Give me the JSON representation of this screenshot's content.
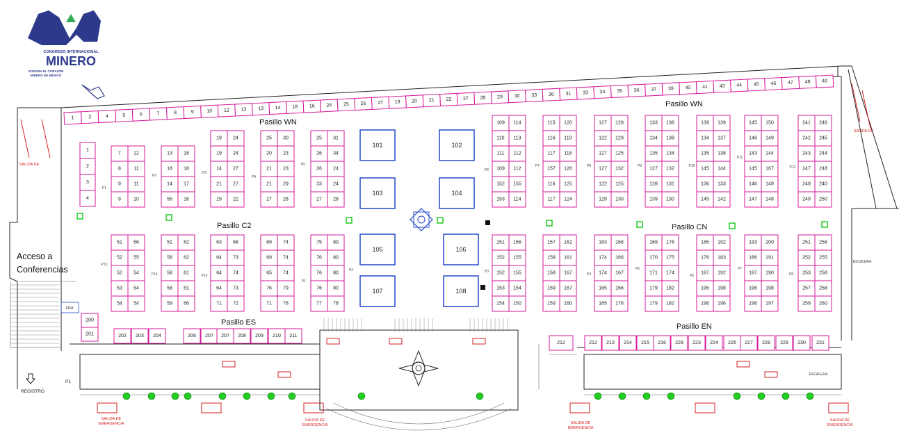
{
  "logo": {
    "line1": "CONGRESO INTERNACIONAL",
    "line2": "MINERO",
    "line3": "SONORA EL CORAZÓN",
    "line4": "MINERO DE MÉXICO"
  },
  "aisles": [
    "Pasillo WN",
    "Pasillo WN",
    "Pasillo C2",
    "Pasillo CN",
    "Pasillo ES",
    "Pasillo EN"
  ],
  "acceso": {
    "line1": "Acceso a",
    "line2": "Conferencias"
  },
  "registro": "REGISTRO",
  "escalera": "ESCALERA",
  "salida_label": "SALIDA DE",
  "salida_label2": "EMERGENCIA",
  "top_row": [
    "1",
    "2",
    "4",
    "5",
    "6",
    "7",
    "8",
    "9",
    "10",
    "12",
    "13",
    "13",
    "14",
    "18",
    "16",
    "24",
    "25",
    "26",
    "27",
    "19",
    "20",
    "21",
    "22",
    "27",
    "28",
    "29",
    "30",
    "33",
    "36",
    "31",
    "33",
    "34",
    "35",
    "36",
    "37",
    "39",
    "40",
    "41",
    "43",
    "44",
    "45",
    "46",
    "47",
    "48",
    "49"
  ],
  "big_booths": [
    "101",
    "102",
    "103",
    "104",
    "105",
    "106",
    "107",
    "108"
  ],
  "left_col": [
    "1",
    "2",
    "3",
    "4"
  ],
  "blocks_top": [
    [
      "7",
      "12",
      "8",
      "11",
      "9",
      "11",
      "9",
      "10"
    ],
    [
      "13",
      "18",
      "18",
      "18",
      "14",
      "17",
      "55",
      "16"
    ],
    [
      "19",
      "24",
      "19",
      "24",
      "14",
      "27",
      "21",
      "27",
      "15",
      "22"
    ],
    [
      "25",
      "30",
      "20",
      "23",
      "21",
      "23",
      "21",
      "29",
      "27",
      "28"
    ],
    [
      "25",
      "31",
      "26",
      "34",
      "26",
      "24",
      "23",
      "24",
      "27",
      "28"
    ],
    [
      "109",
      "114",
      "110",
      "113",
      "111",
      "112",
      "109",
      "112",
      "152",
      "155",
      "153",
      "114"
    ],
    [
      "115",
      "120",
      "116",
      "119",
      "117",
      "118",
      "157",
      "126",
      "116",
      "125",
      "117",
      "124"
    ],
    [
      "127",
      "128",
      "122",
      "129",
      "127",
      "125",
      "127",
      "132",
      "122",
      "125",
      "129",
      "130"
    ],
    [
      "133",
      "138",
      "134",
      "138",
      "135",
      "134",
      "127",
      "132",
      "128",
      "131",
      "139",
      "130"
    ],
    [
      "139",
      "139",
      "134",
      "137",
      "135",
      "138",
      "145",
      "144",
      "136",
      "133",
      "145",
      "142"
    ],
    [
      "145",
      "150",
      "146",
      "149",
      "143",
      "144",
      "145",
      "167",
      "146",
      "149",
      "147",
      "148"
    ],
    [
      "241",
      "246",
      "242",
      "245",
      "243",
      "244",
      "247",
      "248",
      "249",
      "240",
      "249",
      "250"
    ]
  ],
  "blocks_bottom": [
    [
      "51",
      "56",
      "52",
      "55",
      "52",
      "54",
      "53",
      "54",
      "54",
      "54"
    ],
    [
      "51",
      "62",
      "58",
      "62",
      "58",
      "61",
      "58",
      "61",
      "59",
      "66"
    ],
    [
      "63",
      "68",
      "64",
      "73",
      "64",
      "74",
      "64",
      "73",
      "71",
      "72"
    ],
    [
      "69",
      "74",
      "69",
      "74",
      "65",
      "74",
      "76",
      "79",
      "71",
      "78"
    ],
    [
      "75",
      "80",
      "76",
      "80",
      "76",
      "80",
      "76",
      "80",
      "77",
      "78"
    ],
    [
      "151",
      "156",
      "152",
      "155",
      "152",
      "155",
      "153",
      "154",
      "154",
      "150"
    ],
    [
      "157",
      "162",
      "158",
      "161",
      "158",
      "167",
      "159",
      "167",
      "159",
      "160"
    ],
    [
      "163",
      "168",
      "174",
      "166",
      "174",
      "167",
      "165",
      "166",
      "165",
      "176"
    ],
    [
      "169",
      "176",
      "170",
      "175",
      "171",
      "174",
      "179",
      "182",
      "179",
      "182"
    ],
    [
      "185",
      "192",
      "176",
      "183",
      "187",
      "192",
      "195",
      "198",
      "196",
      "196"
    ],
    [
      "193",
      "200",
      "186",
      "191",
      "187",
      "190",
      "196",
      "198",
      "196",
      "197"
    ],
    [
      "251",
      "256",
      "252",
      "255",
      "253",
      "258",
      "257",
      "258",
      "259",
      "260"
    ]
  ],
  "bottom_row_left": [
    "200",
    "201"
  ],
  "bottom_row_es": [
    "202",
    "203",
    "204",
    "206",
    "207",
    "207",
    "208",
    "209",
    "210",
    "211"
  ],
  "bottom_row_en": [
    "212",
    "212",
    "213",
    "214",
    "215",
    "216",
    "228",
    "223",
    "224",
    "226",
    "227",
    "228",
    "229",
    "230",
    "231"
  ],
  "p_codes": [
    "P1",
    "P2",
    "P3",
    "P4",
    "P5",
    "P6",
    "P7",
    "P8",
    "P9",
    "P10",
    "P11",
    "P12",
    "P13",
    "P14",
    "P15"
  ],
  "prm_label": "PRM",
  "colors": {
    "booth": "#d6199a",
    "big_booth": "#2448c8",
    "emergency": "#d62020",
    "green": "#22cc22",
    "logo": "#2d3a8c"
  }
}
